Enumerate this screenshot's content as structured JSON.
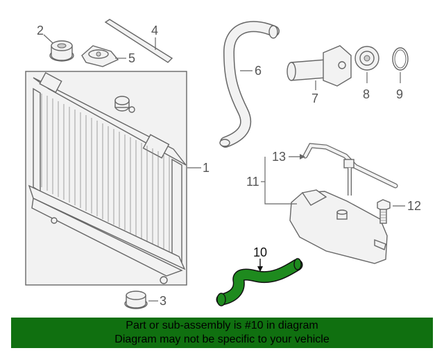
{
  "callouts": {
    "c1": "1",
    "c2": "2",
    "c3": "3",
    "c4": "4",
    "c5": "5",
    "c6": "6",
    "c7": "7",
    "c8": "8",
    "c9": "9",
    "c10": "10",
    "c11": "11",
    "c12": "12",
    "c13": "13"
  },
  "highlight": {
    "part": "10",
    "color": "#1e8a1e"
  },
  "banner": {
    "line1": "Part or sub-assembly is #10 in diagram",
    "line2": "Diagram may not be specific to your vehicle",
    "background": "#107010"
  }
}
